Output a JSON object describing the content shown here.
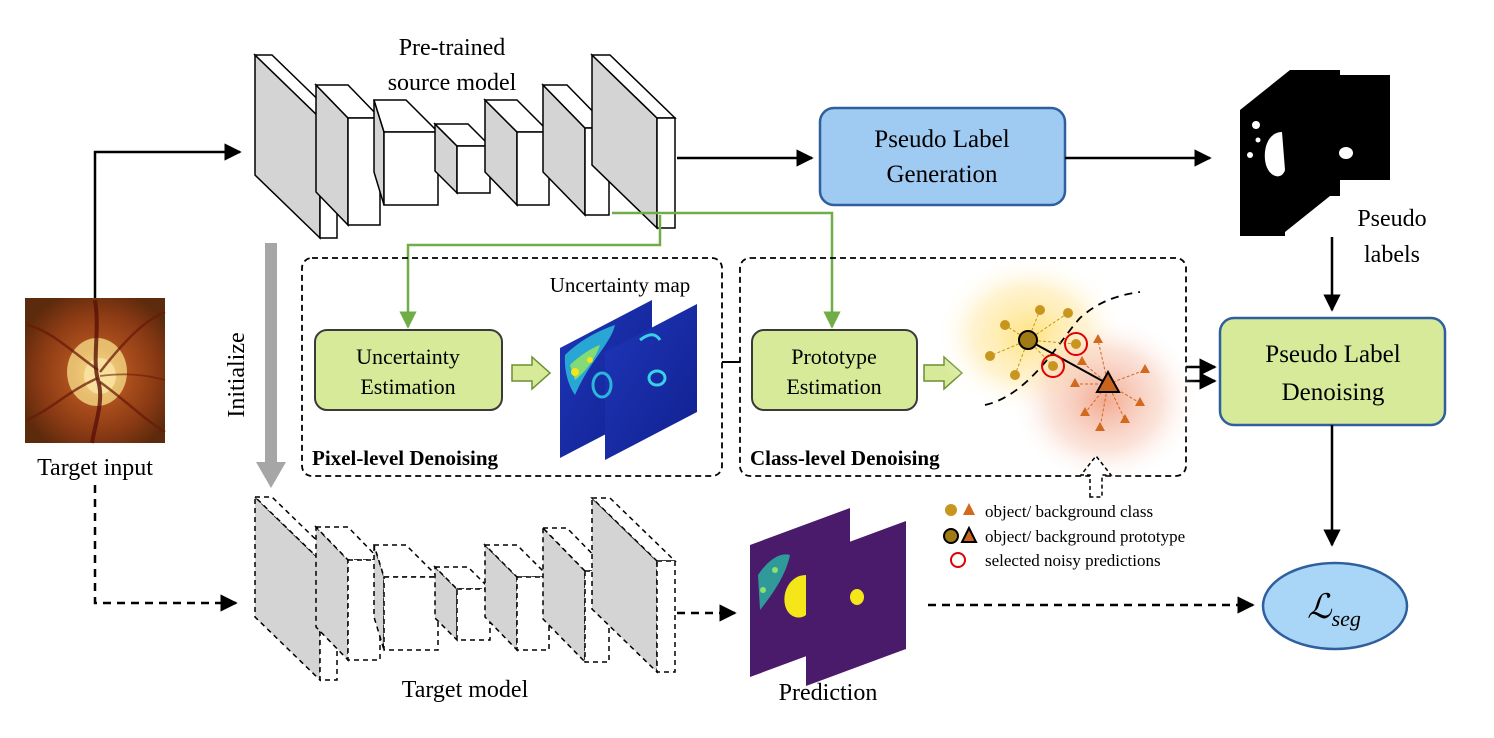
{
  "source_model": {
    "label_line1": "Pre-trained",
    "label_line2": "source model"
  },
  "target_model": {
    "label": "Target model"
  },
  "target_input": {
    "label": "Target input"
  },
  "initialize": {
    "label": "Initialize"
  },
  "pseudo_label_generation": {
    "line1": "Pseudo Label",
    "line2": "Generation"
  },
  "pseudo_labels": {
    "line1": "Pseudo",
    "line2": "labels"
  },
  "pseudo_label_denoising": {
    "line1": "Pseudo Label",
    "line2": "Denoising"
  },
  "pixel_level": {
    "title": "Pixel-level Denoising",
    "uncertainty_map_label": "Uncertainty map",
    "estimation_line1": "Uncertainty",
    "estimation_line2": "Estimation"
  },
  "class_level": {
    "title": "Class-level Denoising",
    "estimation_line1": "Prototype",
    "estimation_line2": "Estimation"
  },
  "legend": {
    "class": "object/ background class",
    "prototype": "object/ background prototype",
    "noisy": "selected noisy predictions"
  },
  "prediction": {
    "label": "Prediction"
  },
  "loss": {
    "symbol": "ℒ",
    "subscript": "seg"
  },
  "colors": {
    "green_box": "#d7ea9a",
    "green_border": "#3a3a3a",
    "blue_box": "#9fcaf2",
    "blue_border": "#2f5f9c",
    "loss_fill": "#a9d6f7",
    "green_arrow": "#70ad47",
    "object_color": "#c8961e",
    "background_color": "#d2691e",
    "noisy_color": "#e00000",
    "prediction_bg": "#4a1a6b",
    "prediction_fg": "#f5e61a",
    "uncertainty_bg": "#1a2fa8"
  }
}
